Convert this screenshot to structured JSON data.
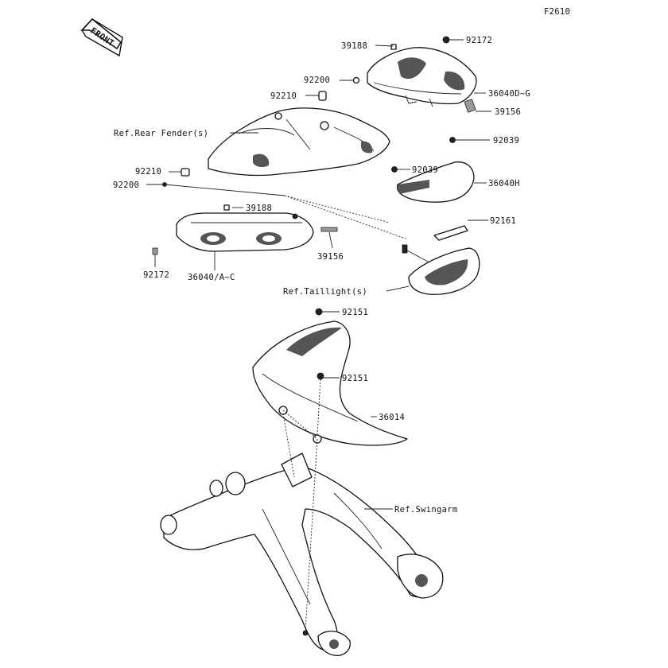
{
  "figure_code": "F2610",
  "front_badge": "FRONT",
  "callouts": {
    "c39188_top": "39188",
    "c92172_top": "92172",
    "c92200_top": "92200",
    "c36040DG": "36040D~G",
    "c92210_top": "92210",
    "c39156_top": "39156",
    "ref_rear_fender": "Ref.Rear Fender(s)",
    "c92039_top": "92039",
    "c92039_mid": "92039",
    "c92210_left": "92210",
    "c36040H": "36040H",
    "c92200_left": "92200",
    "c39188_low": "39188",
    "c92161": "92161",
    "c39156_low": "39156",
    "c92172_low": "92172",
    "c36040AC": "36040/A~C",
    "ref_taillight": "Ref.Taillight(s)",
    "c92151_top": "92151",
    "c92151_mid": "92151",
    "c36014": "36014",
    "ref_swingarm": "Ref.Swingarm"
  }
}
